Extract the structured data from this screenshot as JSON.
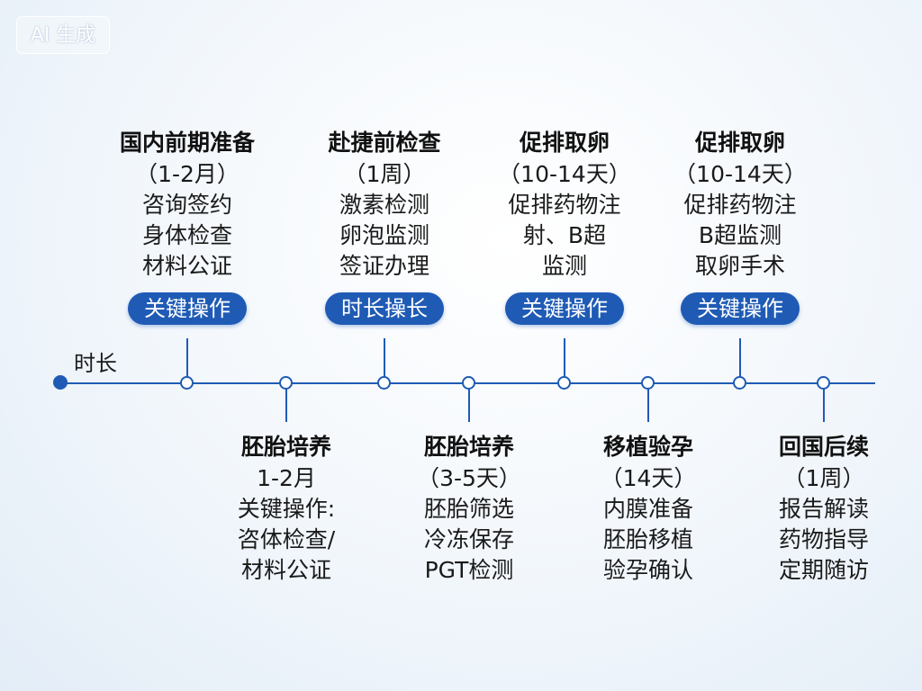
{
  "badge": "AI 生成",
  "axis_label": "时长",
  "top_stages": [
    {
      "title": "国内前期准备",
      "lines": [
        "（1-2月）",
        "咨询签约",
        "身体检查",
        "材料公证"
      ],
      "tag": "关键操作"
    },
    {
      "title": "赴捷前检查",
      "lines": [
        "（1周）",
        "激素检测",
        "卵泡监测",
        "签证办理"
      ],
      "tag": "时长操长"
    },
    {
      "title": "促排取卵",
      "lines": [
        "（10-14天）",
        "促排药物注",
        "射、B超",
        "监测"
      ],
      "tag": "关键操作"
    },
    {
      "title": "促排取卵",
      "lines": [
        "（10-14天）",
        "促排药物注",
        "B超监测",
        "取卵手术"
      ],
      "tag": "关键操作"
    }
  ],
  "bottom_stages": [
    {
      "title": "胚胎培养",
      "lines": [
        "1-2月",
        "关键操作:",
        "咨体检查/",
        "材料公证"
      ]
    },
    {
      "title": "胚胎培养",
      "lines": [
        "（3-5天）",
        "胚胎筛选",
        "冷冻保存",
        "PGT检测"
      ]
    },
    {
      "title": "移植验孕",
      "lines": [
        "（14天）",
        "内膜准备",
        "胚胎移植",
        "验孕确认"
      ]
    },
    {
      "title": "回国后续",
      "lines": [
        "（1周）",
        "报告解读",
        "药物指导",
        "定期随访"
      ]
    }
  ]
}
